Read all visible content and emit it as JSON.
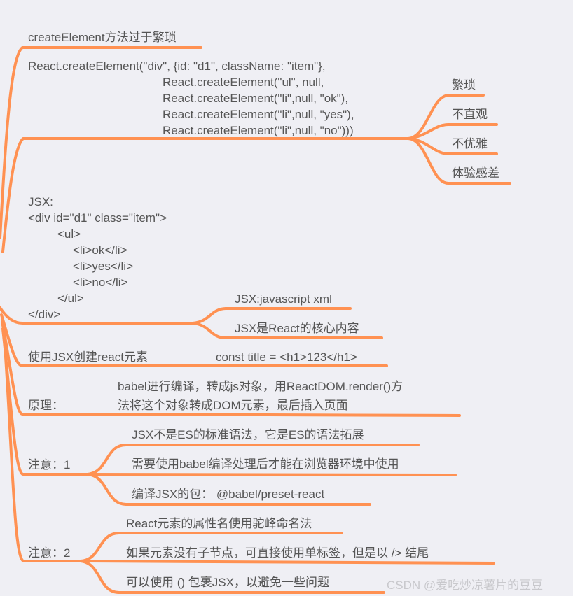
{
  "mindmap": {
    "line_color": "#ff9152",
    "background": "#efeff4",
    "branches": [
      {
        "label": "createElement方法过于繁琐"
      },
      {
        "code_lines": [
          "React.createElement(\"div\", {id: \"d1\", className: \"item\"},",
          "React.createElement(\"ul\", null,",
          "React.createElement(\"li\",null, \"ok\"),",
          "React.createElement(\"li\",null, \"yes\"),",
          "React.createElement(\"li\",null, \"no\")))"
        ],
        "children": [
          "繁琐",
          "不直观",
          "不优雅",
          "体验感差"
        ]
      },
      {
        "code_lines": [
          "JSX:",
          "<div id=\"d1\" class=\"item\">",
          "<ul>",
          "<li>ok</li>",
          "<li>yes</li>",
          "<li>no</li>",
          "</ul>",
          "</div>"
        ],
        "children": [
          "JSX:javascript xml",
          "JSX是React的核心内容"
        ]
      },
      {
        "label": "使用JSX创建react元素",
        "children": [
          "const title = <h1>123</h1>"
        ]
      },
      {
        "label": "原理：",
        "children": [
          "babel进行编译，转成js对象，用ReactDOM.render()方",
          "法将这个对象转成DOM元素，最后插入页面"
        ]
      },
      {
        "label": "注意：1",
        "children": [
          "JSX不是ES的标准语法，它是ES的语法拓展",
          "需要使用babel编译处理后才能在浏览器环境中使用",
          "编译JSX的包： @babel/preset-react"
        ]
      },
      {
        "label": "注意：2",
        "children": [
          "React元素的属性名使用驼峰命名法",
          "如果元素没有子节点，可直接使用单标签，但是以 /> 结尾",
          "可以使用 () 包裹JSX，以避免一些问题"
        ]
      }
    ],
    "watermark": "CSDN @爱吃炒凉薯片的豆豆"
  }
}
